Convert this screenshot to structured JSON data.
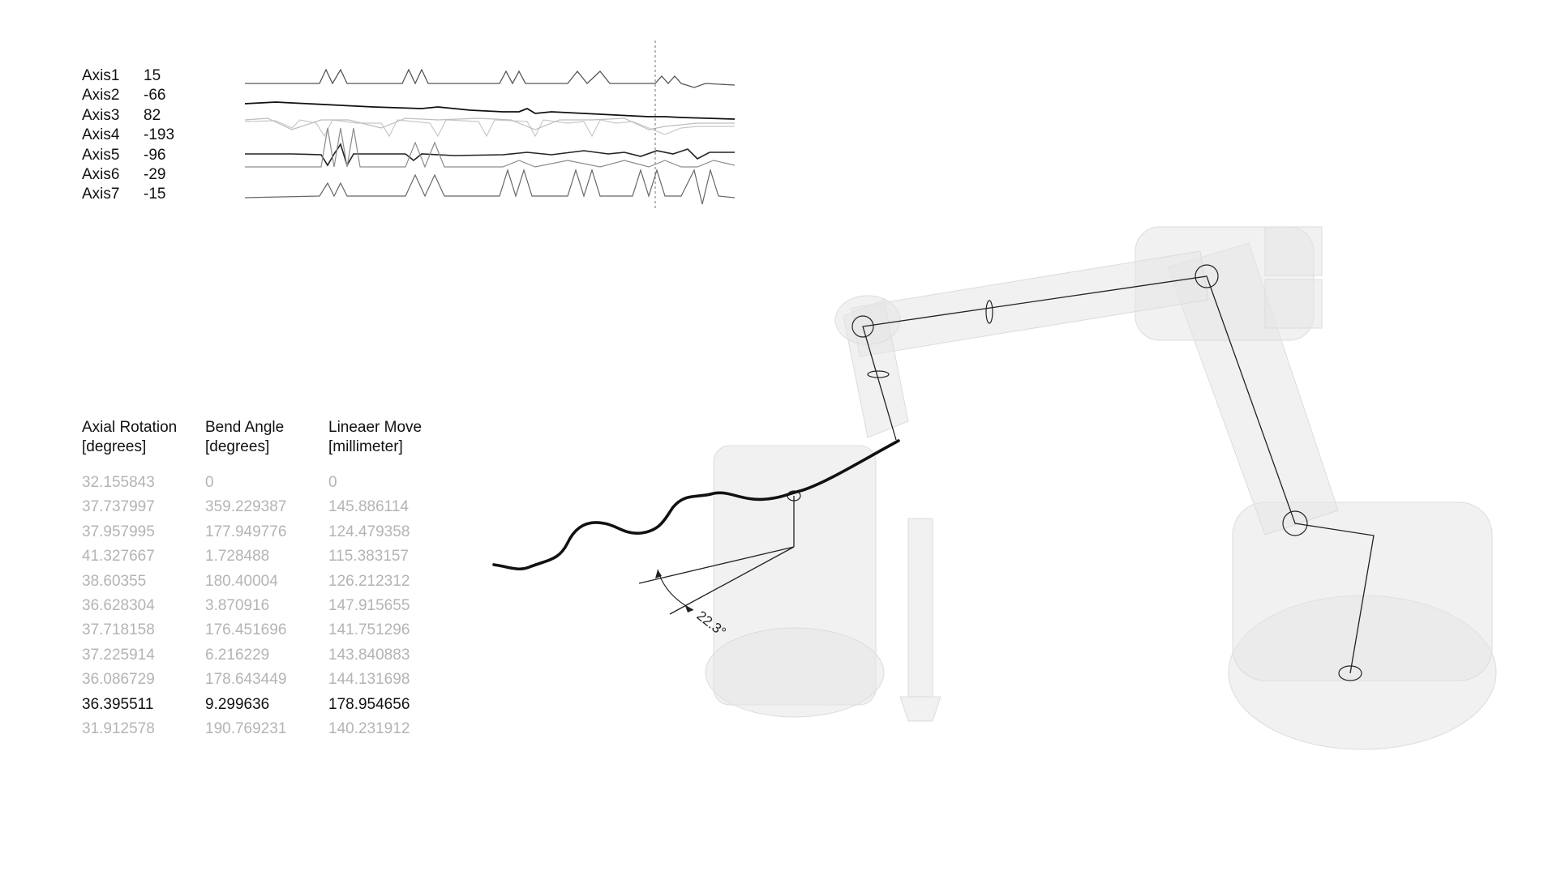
{
  "axes": [
    {
      "label": "Axis1",
      "value": "15"
    },
    {
      "label": "Axis2",
      "value": "-66"
    },
    {
      "label": "Axis3",
      "value": "82"
    },
    {
      "label": "Axis4",
      "value": "-193"
    },
    {
      "label": "Axis5",
      "value": "-96"
    },
    {
      "label": "Axis6",
      "value": "-29"
    },
    {
      "label": "Axis7",
      "value": "-15"
    }
  ],
  "table": {
    "headers": [
      {
        "title": "Axial Rotation",
        "unit": "[degrees]"
      },
      {
        "title": "Bend Angle",
        "unit": "[degrees]"
      },
      {
        "title": "Lineaer Move",
        "unit": "[millimeter]"
      }
    ],
    "rows": [
      [
        "32.155843",
        "0",
        "0"
      ],
      [
        "37.737997",
        "359.229387",
        "145.886114"
      ],
      [
        "37.957995",
        "177.949776",
        "124.479358"
      ],
      [
        "41.327667",
        "1.728488",
        "115.383157"
      ],
      [
        "38.60355",
        "180.40004",
        "126.212312"
      ],
      [
        "36.628304",
        "3.870916",
        "147.915655"
      ],
      [
        "37.718158",
        "176.451696",
        "141.751296"
      ],
      [
        "37.225914",
        "6.216229",
        "143.840883"
      ],
      [
        "36.086729",
        "178.643449",
        "144.131698"
      ],
      [
        "36.395511",
        "9.299636",
        "178.954656"
      ],
      [
        "31.912578",
        "190.769231",
        "140.231912"
      ]
    ],
    "active_row": 9
  },
  "diagram": {
    "angle_label": "22.3°"
  },
  "colors": {
    "text": "#111111",
    "muted_text": "#b4b4b4",
    "robot_ghost": "#d9d9d9",
    "line": "#222222"
  }
}
